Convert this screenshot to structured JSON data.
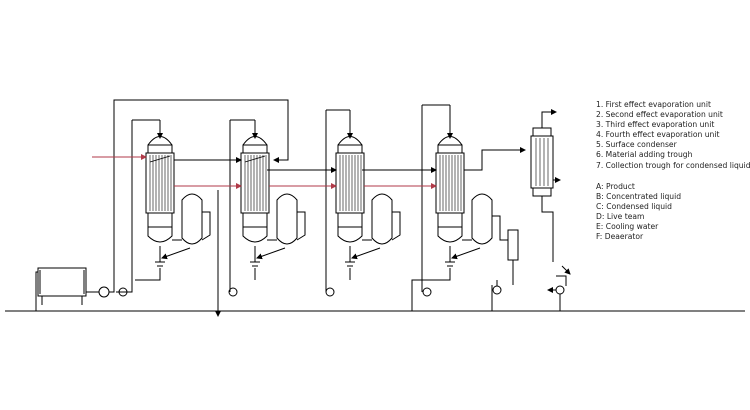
{
  "legend": {
    "units": [
      "1. First effect evaporation unit",
      "2. Second effect evaporation unit",
      "3. Third effect evaporation unit",
      "4. Fourth effect evaporation unit",
      "5. Surface condenser",
      "6. Material adding trough",
      "7. Collection trough for condensed liquid"
    ],
    "streams": [
      "A: Product",
      "B: Concentrated liquid",
      "C: Condensed liquid",
      "D: Live team",
      "E: Cooling water",
      "F: Deaerator"
    ]
  },
  "colors": {
    "line": "#000000",
    "steam": "#b03a48",
    "background": "#ffffff"
  }
}
